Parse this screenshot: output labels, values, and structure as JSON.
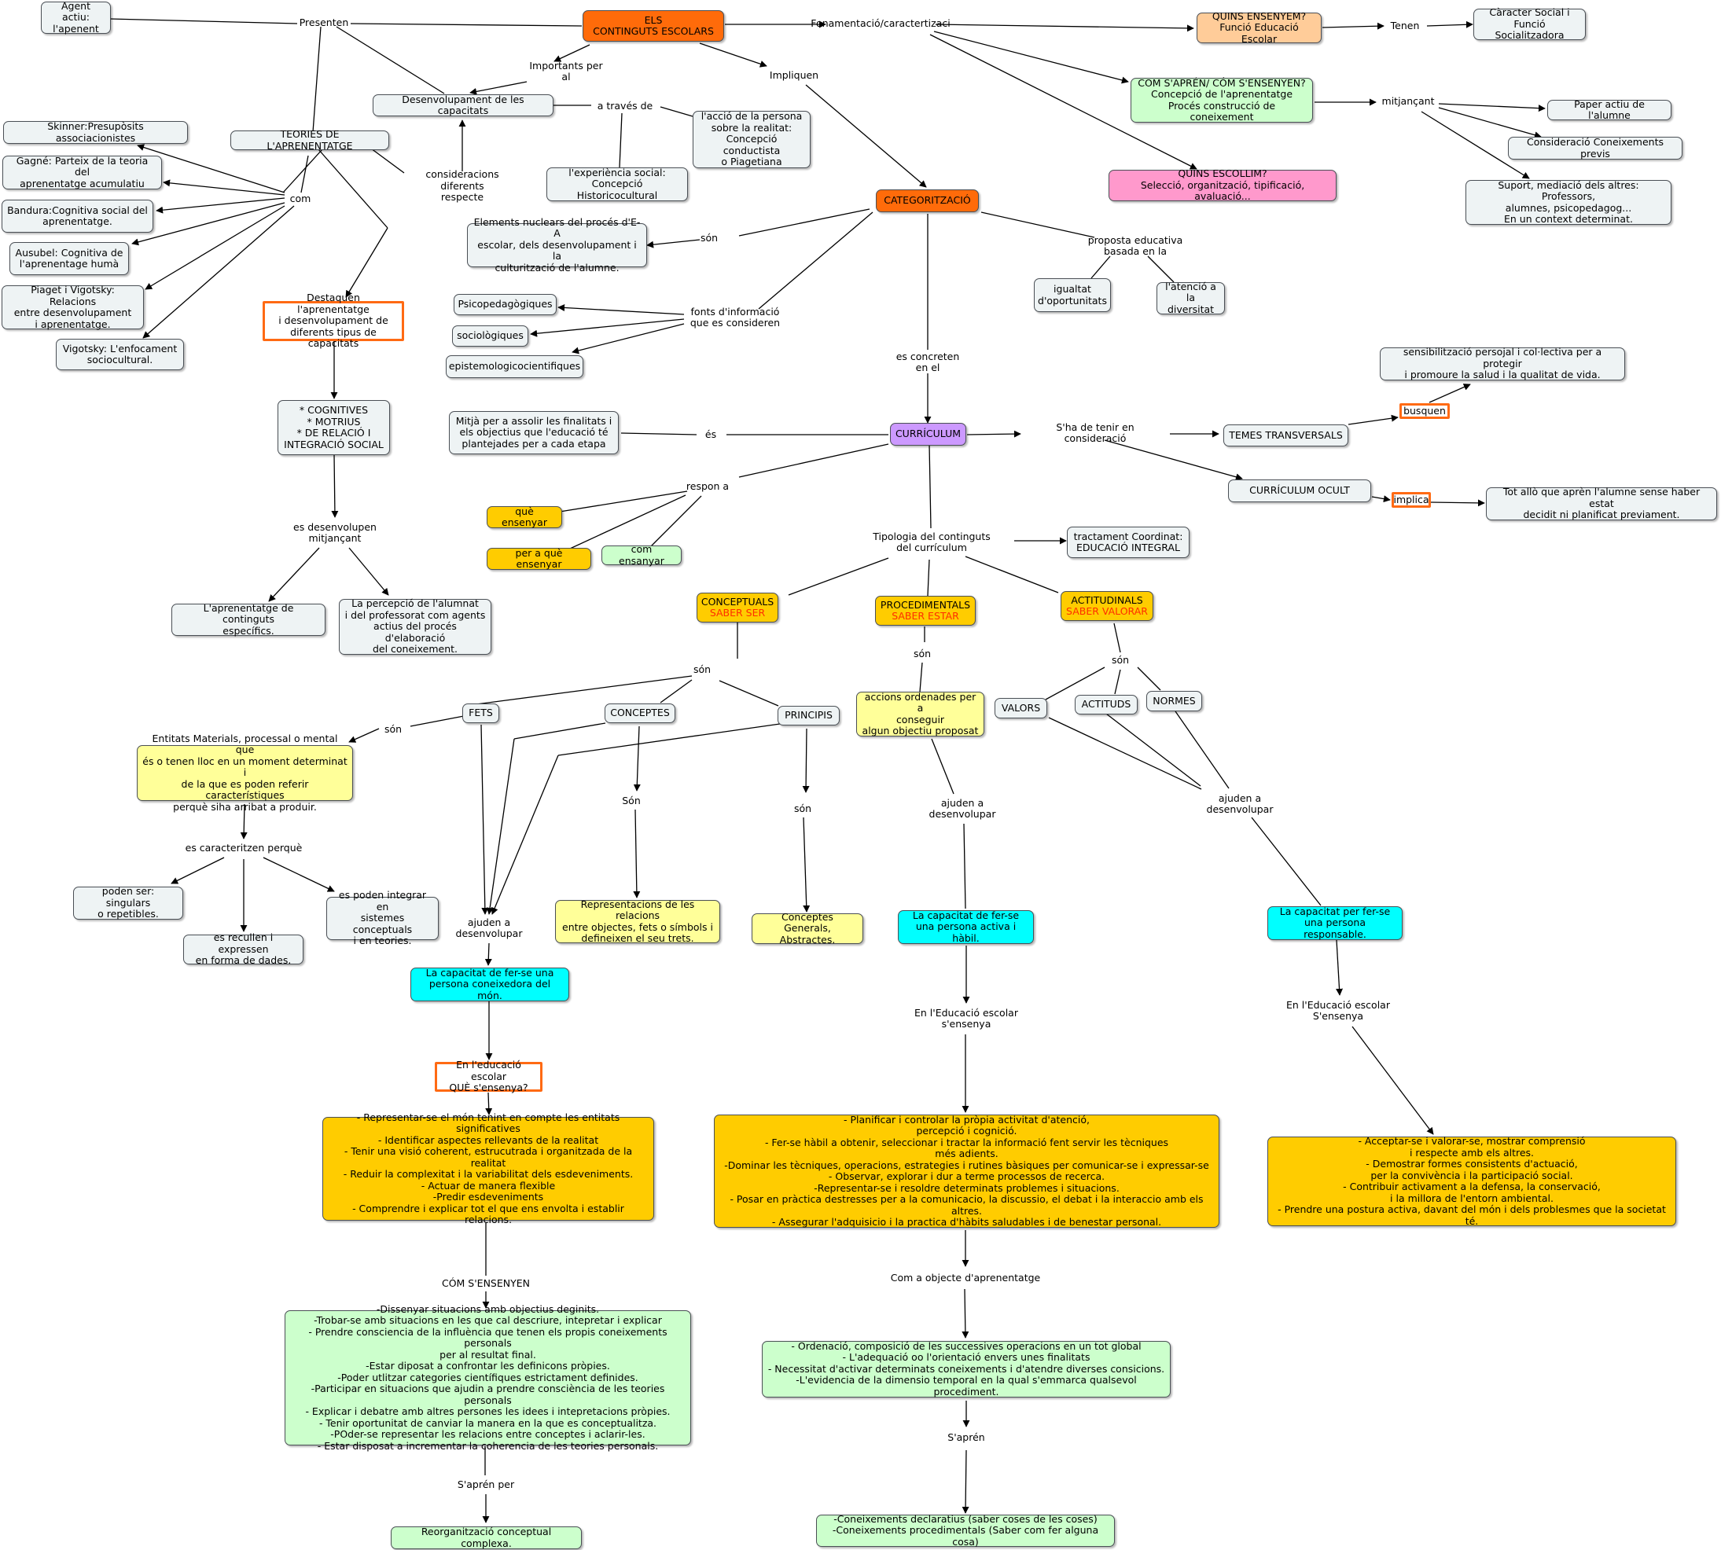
{
  "nodes": {
    "els": "ELS\nCONTINGUTS ESCOLARS",
    "agent": "Agent actiu:\nl'apenent",
    "presenten": "Presenten",
    "fonament": "Fonamentació/caractertizaci",
    "quins_ensenyem": "QUINS ENSENYEM?\nFunció Educació Escolar",
    "tenen": "Tenen",
    "caracter": "Càracter Social i\nFunció Socialitzadora",
    "com_apren": "COM S'APRÉN/ CÓM S'ENSENYEN?\nConcepció de l'aprenentatge\nProcés construcció de coneixement",
    "mitjancant_top": "mitjançant",
    "paper": "Paper actiu de l'alumne",
    "consideracio": "Consideració Coneixements previs",
    "suport": "Suport, mediació dels altres: Professors,\nalumnes, psicopedagog...\nEn un context determinat.",
    "quins_escollim": "QUINS ESCOLLIM?\nSelecció, organització, tipificació, avaluació...",
    "importants": "Importants per al",
    "impliquen": "Impliquen",
    "desenv_cap": "Desenvolupament de les capacitats",
    "a_traves": "a través de",
    "accio": "l'acció de la persona\nsobre la realitat:\nConcepció conductista\no Piagetiana",
    "experiencia": "l'experiència social:\nConcepció Historicocultural",
    "teories": "TEORIES DE L'APRENENTATGE",
    "consideracions": "consideracions diferents\nrespecte",
    "com": "com",
    "skinner": "Skinner:Presupòsits associacionistes",
    "gagne": "Gagné: Parteix de la teoria del\naprenentatge acumulatiu",
    "bandura": "Bandura:Cognitiva social del\naprenentatge.",
    "ausubel": "Ausubel: Cognitiva de\nl'aprenentage humà",
    "piaget": "Piaget i Vigotsky: Relacions\nentre desenvolupament\ni aprenentatge.",
    "vigotsky": "Vigotsky: L'enfocament\nsociocultural.",
    "destaquen": "Destaquen l'aprenentatge\ni desenvolupament de\ndiferents tipus de capacitats",
    "cognitives": "* COGNITIVES\n* MOTRIUS\n* DE RELACIÓ I\nINTEGRACIÓ SOCIAL",
    "es_desenvolupen": "es desenvolupen\nmitjançant",
    "aprenentatge_cont": "L'aprenentatge de continguts\nespecífics.",
    "percepcio": "La percepció de l'alumnat\ni del professorat com agents\nactius del procés d'elaboració\ndel coneixement.",
    "categoritzacio": "CATEGORITZACIÓ",
    "son_elements": "són",
    "elements": "Elements nuclears del procés d'E-A\nescolar, dels desenvolupament i la\nculturització de l'alumne.",
    "proposta": "proposta educativa\nbasada en la",
    "igualtat": "igualtat\nd'oportunitats",
    "atencio": "l'atenció a\nla diversitat",
    "fonts": "fonts d'informació\nque es consideren",
    "psicoped": "Psicopedagògiques",
    "sociol": "sociològiques",
    "epistemo": "epistemologicocientifiques",
    "es_concreten": "es concreten\nen el",
    "curriculum": "CURRÍCULUM",
    "mitja": "Mitjà per a assolir les finalitats i\nels objectius que l'educació té\nplantejades per a cada etapa",
    "es": "és",
    "sha": "S'ha  de tenir en consideració",
    "temes": "TEMES TRANSVERSALS",
    "busquen": "busquen",
    "sensibilitzacio": "sensibilització persojal i col·lectiva per a protegir\ni promoure la salud i la qualitat de vida.",
    "ocult": "CURRÍCULUM OCULT",
    "implica": "implica",
    "tot_allo": "Tot allò que aprèn l'alumne sense haber estat\ndecidit ni planificat previament.",
    "respon": "respon a",
    "que_ensenyar": "què ensenyar",
    "per_que": "per a què ensenyar",
    "com_ensanyar": "com ensanyar",
    "tipologia": "Tipologia del continguts\ndel currículum",
    "tractament": "tractament Coordinat:\nEDUCACIÓ INTEGRAL",
    "conceptuals": "CONCEPTUALS",
    "conceptuals_sub": "SABER SER",
    "procedimentals": "PROCEDIMENTALS",
    "procedimentals_sub": "SABER ESTAR",
    "actitudinals": "ACTITUDINALS",
    "actitudinals_sub": "SABER VALORAR",
    "son_c": "són",
    "son_p": "són",
    "son_a": "són",
    "fets": "FETS",
    "conceptes": "CONCEPTES",
    "principis": "PRINCIPIS",
    "son_fets": "són",
    "entitats": "Entitats Materials, processal o mental que\nés o tenen lloc en un moment determinat i\nde la que es poden referir característiques\nperquè siha arribat a produir.",
    "es_caracteritzen": "es caracteritzen perquè",
    "singulars": "poden ser: singulars\no repetibles.",
    "recullen": "es recullen i expressen\nen forma de dades.",
    "integrar": "es poden integrar en\nsistemes conceptuals\ni en teories.",
    "son_conceptes": "Són",
    "representacions": "Representacions de les relacions\nentre objectes, fets o símbols i\ndefineixen el seu trets.",
    "son_principis": "són",
    "generals": "Conceptes Generals,\nAbstractes.",
    "ajuden_c": "ajuden a\ndesenvolupar",
    "capacitat_c": "La capacitat de fer-se una\npersona coneixedora del món.",
    "que_ensenya": "En l'educació escolar\nQUÈ s'ensenya?",
    "list_c": "- Representar-se el món tenint en compte les entitats significatives\n- Identificar aspectes rellevants de la realitat\n- Tenir una visió coherent, estrucutrada i organitzada de la realitat\n- Reduir la complexitat i la variabilitat dels esdeveniments.\n- Actuar de manera flexible\n-Predir esdeveniments\n- Comprendre i explicar tot el que ens envolta i establir relacions.",
    "com_ensenyen": "CÓM S'ENSENYEN",
    "list_com": "-Dissenyar situacions amb objectius deginits.\n-Trobar-se amb situacions en les que cal descriure, intepretar i explicar\n- Prendre consciencia de la influència que tenen els propis coneixements personals\nper al resultat final.\n-Estar diposat a confrontar les definicons pròpies.\n-Poder utlitzar categories científiques estrictament definides.\n-Participar en situacions que ajudin a prendre consciència de les teories personals\n- Explicar i debatre amb altres persones les idees i intepretacions pròpies.\n- Tenir oportunitat de canviar la manera en la que es conceptualitza.\n-POder-se representar les relacions entre conceptes i aclarir-les.\n- Estar disposat a incrementar la coherencia de les teories personals.",
    "sapren_c": "S'aprén per",
    "reorganitzacio": "Reorganització conceptual complexa.",
    "accions": "accions ordenades per a\nconseguir\nalgun objectiu proposat",
    "ajuden_p": "ajuden a\ndesenvolupar",
    "capacitat_p": "La capacitat de fer-se\nuna persona activa i hàbil.",
    "ensenya_p": "En l'Educació escolar\ns'ensenya",
    "list_p": "- Planificar i controlar la pròpia activitat d'atenció,\npercepció i cognició.\n- Fer-se hàbil a obtenir, seleccionar i tractar la informació fent servir les tècniques\nmés adients.\n-Dominar les tècniques, operacions, estrategies i rutines bàsiques per comunicar-se i expressar-se\n- Observar, explorar i dur a terme processos de recerca.\n-Representar-se i resoldre determinats problemes i situacions.\n- Posar en pràctica destresses per a la comunicacio, la discussio, el debat i la interaccio amb els altres.\n- Assegurar l'adquisicio i la practica d'hàbits saludables i de benestar personal.",
    "objecte": "Com a objecte d'aprenentatge",
    "list_obj": "- Ordenació, composició de les successives operacions en un tot global\n- L'adequació oo l'orientació envers unes finalitats\n- Necessitat d'activar determinats coneixements i d'atendre diverses consicions.\n-L'evidencia de la dimensio temporal en la qual s'emmarca qualsevol procediment.",
    "sapren_p": "S'aprén",
    "declaratius": "-Coneixements declaratius (saber coses de les coses)\n-Coneixements procedimentals (Saber com fer alguna cosa)",
    "valors": "VALORS",
    "actituds": "ACTITUDS",
    "normes": "NORMES",
    "ajuden_a": "ajuden a\ndesenvolupar",
    "capacitat_a": "La capacitat per fer-se\nuna persona responsable.",
    "ensenya_a": "En l'Educació escolar\nS'ensenya",
    "list_a": "- Acceptar-se i valorar-se, mostrar comprensió\ni respecte amb els altres.\n- Demostrar formes consistents d'actuació,\nper la convivència i la participació social.\n- Contribuir activament a la defensa, la conservació,\ni la millora de l'entorn ambiental.\n- Prendre una postura activa, davant del món i dels problesmes que la societat té."
  },
  "colors": {
    "orange": "#ff6b0a",
    "peach": "#ffcc99",
    "green": "#ccffcc",
    "pink": "#ff99cc",
    "lilac": "#cc99ff",
    "gold": "#ffcc00",
    "yellow": "#ffff99",
    "cyan": "#00ffff",
    "highlight_border": "#ff6a13",
    "default_node": "#eef3f4"
  }
}
